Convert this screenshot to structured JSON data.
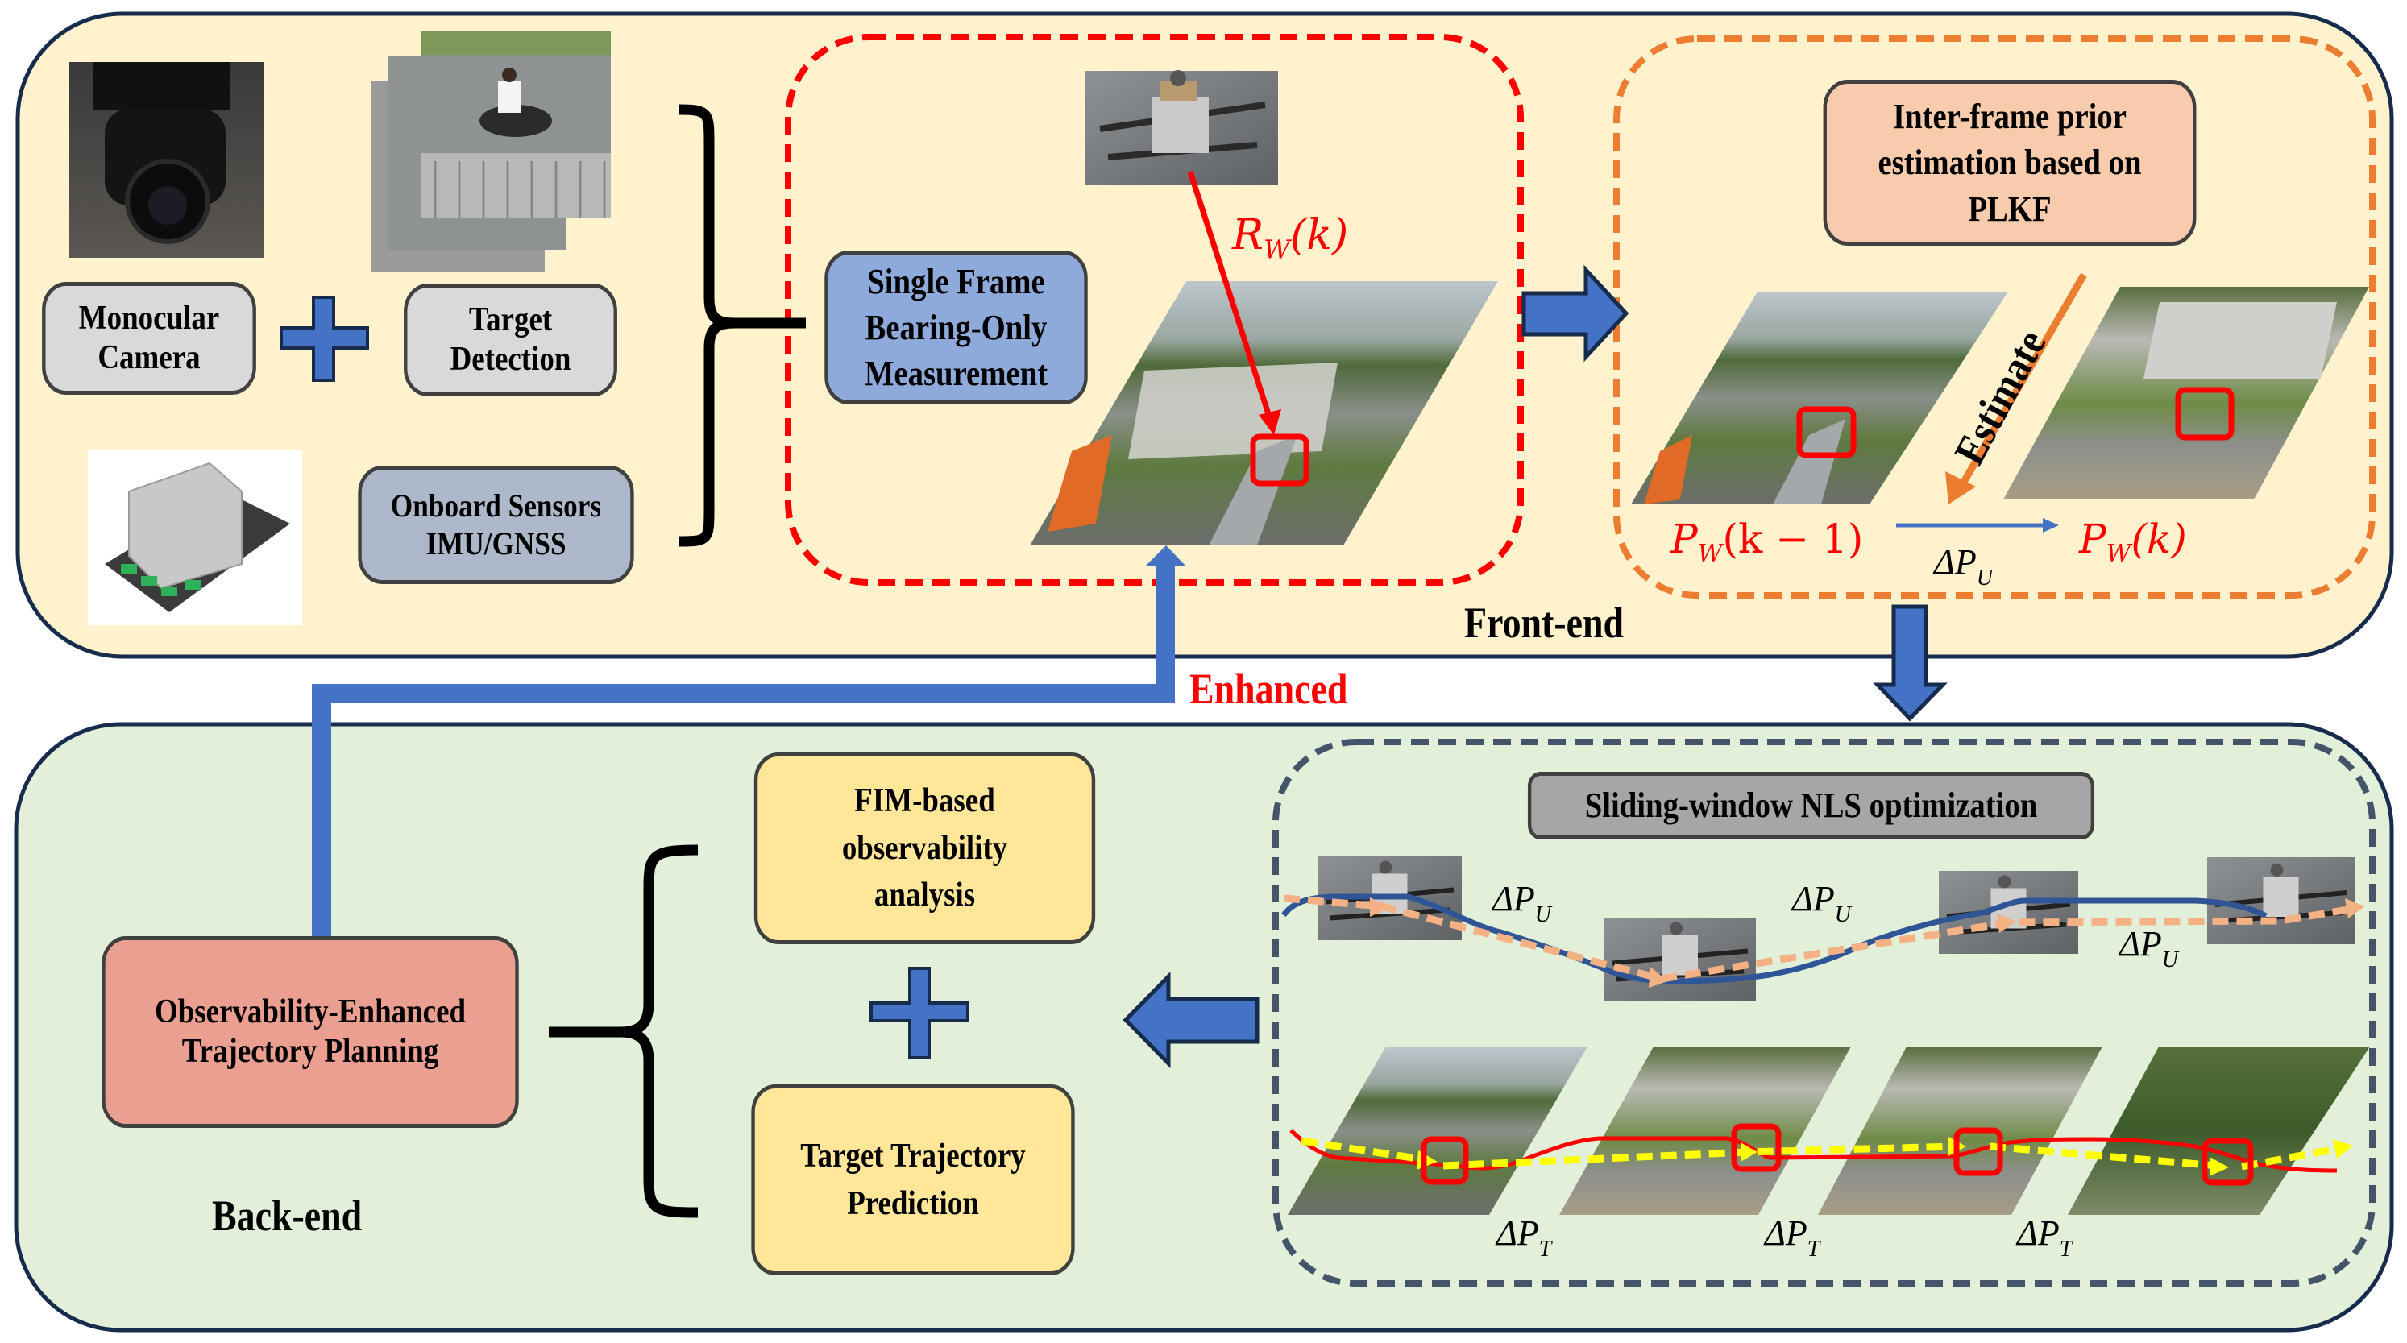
{
  "colors": {
    "frontend_panel_fill": "#fff2cc",
    "backend_panel_fill": "#e2efd9",
    "panel_border": "#172b4d",
    "arrow_blue": "#4472c4",
    "arrow_outline": "#172b4d",
    "dashed_red": "#ff0000",
    "dashed_orange": "#ed7d31",
    "dashed_navy": "#44546a",
    "box_gray": "#d9d9d9",
    "box_blue": "#8eaadb",
    "box_slate": "#adb9ca",
    "box_peach": "#f8cbad",
    "box_yellow": "#ffe699",
    "box_salmon": "#eb9f91",
    "box_darkgray": "#a6a6a6",
    "label_red": "#ff0000",
    "traj_uav_solid": "#2f5597",
    "traj_uav_dashed": "#f4b183",
    "traj_target_solid": "#ff0000",
    "traj_target_dashed": "#ffff00"
  },
  "frontend": {
    "section_label": "Front-end",
    "inputs": {
      "camera_box": "Monocular\nCamera",
      "detection_box": "Target\nDetection",
      "sensors_box": "Onboard Sensors\nIMU/GNSS",
      "camera_image": "gimbal camera photo",
      "detection_image": "stacked frames of scooter rider",
      "sensors_image": "X7 flight controller photo"
    },
    "measurement": {
      "box": "Single Frame\nBearing-Only\nMeasurement",
      "bearing_label": "R",
      "bearing_sub": "W",
      "bearing_arg": "(k)",
      "drone_image": "quadrotor photo",
      "scene_image": "aerial scene with target"
    },
    "prior": {
      "box": "Inter-frame prior\nestimation based on\nPLKF",
      "estimate_label": "Estimate",
      "prev_pos": {
        "main": "P",
        "sub": "W",
        "arg": "(k − 1)"
      },
      "curr_pos": {
        "main": "P",
        "sub": "W",
        "arg": "(k)"
      },
      "delta": {
        "main": "ΔP",
        "sub": "U"
      }
    }
  },
  "feedback_label": "Enhanced",
  "backend": {
    "section_label": "Back-end",
    "planning_box": "Observability-Enhanced\nTrajectory Planning",
    "fim_box": "FIM-based\nobservability\nanalysis",
    "prediction_box": "Target Trajectory\nPrediction",
    "sliding_window": {
      "title": "Sliding-window NLS optimization",
      "uav_delta_labels": [
        {
          "main": "ΔP",
          "sub": "U"
        },
        {
          "main": "ΔP",
          "sub": "U"
        },
        {
          "main": "ΔP",
          "sub": "U"
        }
      ],
      "target_delta_labels": [
        {
          "main": "ΔP",
          "sub": "T"
        },
        {
          "main": "ΔP",
          "sub": "T"
        },
        {
          "main": "ΔP",
          "sub": "T"
        }
      ],
      "uav_frames": 4,
      "target_frames": 4
    }
  }
}
